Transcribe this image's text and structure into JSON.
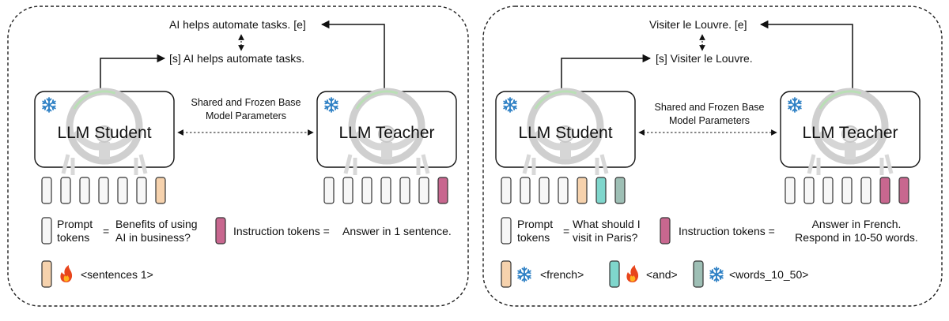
{
  "colors": {
    "neutral_token": "#f7f7f7",
    "orange_token": "#f6d2ad",
    "pink_token": "#c8678f",
    "teal_token": "#7fd6cc",
    "sage_token": "#9ebfb5",
    "snowflake": "#2c7fc4",
    "flame_outer": "#e8451c",
    "flame_inner": "#ffb21d"
  },
  "icons": [
    "snowflake-icon",
    "flame-icon",
    "steering-wheel-icon"
  ],
  "left": {
    "output_top": "AI helps automate tasks. [e]",
    "output_mid": "[s] AI helps automate tasks.",
    "shared_line1": "Shared and Frozen Base",
    "shared_line2": "Model Parameters",
    "student_label": "LLM Student",
    "teacher_label": "LLM Teacher",
    "prompt_line1": "Prompt",
    "prompt_line2": "tokens",
    "equals": "=",
    "prompt_val_line1": "Benefits of using",
    "prompt_val_line2": "AI in business?",
    "instr_label": "Instruction tokens =",
    "instr_val_line1": "Answer in 1 sentence.",
    "legend_tag": "<sentences 1>"
  },
  "right": {
    "output_top": "Visiter le Louvre. [e]",
    "output_mid": "[s] Visiter le Louvre.",
    "shared_line1": "Shared and Frozen Base",
    "shared_line2": "Model Parameters",
    "student_label": "LLM Student",
    "teacher_label": "LLM Teacher",
    "prompt_line1": "Prompt",
    "prompt_line2": "tokens",
    "equals": "=",
    "prompt_val_line1": "What should I",
    "prompt_val_line2": "visit in Paris?",
    "instr_label": "Instruction tokens =",
    "instr_val_line1": "Answer in French.",
    "instr_val_line2": "Respond in 10-50 words.",
    "legend_tag1": "<french>",
    "legend_tag2": "<and>",
    "legend_tag3": "<words_10_50>"
  }
}
